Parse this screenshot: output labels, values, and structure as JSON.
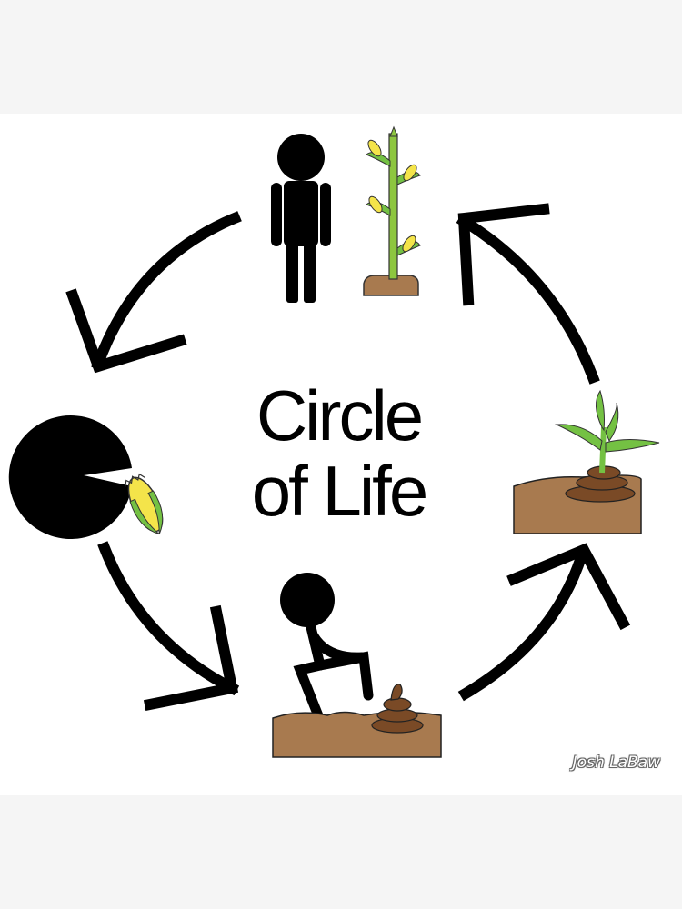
{
  "diagram": {
    "title_line1": "Circle",
    "title_line2": "of Life",
    "artist": "Josh LaBaw",
    "stages": [
      "person-and-corn-stalk",
      "eating-corn",
      "pooping",
      "sprout-from-soil"
    ],
    "colors": {
      "ink": "#000000",
      "soil": "#a87a4f",
      "poop": "#7a4a26",
      "leaf": "#74c143",
      "stem": "#8dc63f",
      "corn": "#f4e44a"
    }
  }
}
